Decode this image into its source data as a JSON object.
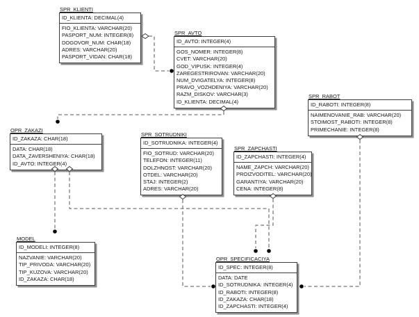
{
  "diagram": {
    "entities": [
      {
        "title": "SPR_KLIENTI",
        "key": "ID_KLIENTA: DECIMAL(4)",
        "fields": [
          "FIO_KLIENTA: VARCHAR(20)",
          "PASPORT_NUM: INTEGER(8)",
          "DOGOVOR_NUM: CHAR(18)",
          "ADRES: VARCHAR(20)",
          "PASPORT_VIDAN: CHAR(18)"
        ]
      },
      {
        "title": "SPR_AVTO",
        "key": "ID_AVTO: INTEGER(4)",
        "fields": [
          "GOS_NOMER: INTEGER(8)",
          "CVET: VARCHAR(20)",
          "GOD_VIPUSK: INTEGER(4)",
          "ZAREGESTRIROVAN: VARCHAR(20)",
          "NUM_DVIGATELYA: INTEGER(8)",
          "PRAVO_VOZHDENIYA: VARCHAR(20)",
          "RAZM_DISKOV: VARCHAR(3)",
          "ID_KLIENTA: DECIMAL(4)"
        ]
      },
      {
        "title": "SPR_RABOT",
        "key": "ID_RABOTI: INTEGER(8)",
        "fields": [
          "NAIMENOVANIE_RAB: VARCHAR(20)",
          "STOIMOST_RABOTI: INTEGER(8)",
          "PRIMECHANIE: INTEGER(8)"
        ]
      },
      {
        "title": "OPR_ZAKAZI",
        "key": "ID_ZAKAZA: CHAR(18)",
        "fields": [
          "DATA: CHAR(18)",
          "DATA_ZAVERSHENIYA: CHAR(18)",
          "ID_AVTO: INTEGER(4)"
        ]
      },
      {
        "title": "SPR_SOTRUDNIKI",
        "key": "ID_SOTRUDNIKA: INTEGER(4)",
        "fields": [
          "FIO_SOTRUD: VARCHAR(20)",
          "TELEFON: INTEGER(11)",
          "DOLZHNOST: VARCHAR(20)",
          "OTDEL: VARCHAR(20)",
          "STAJ: INTEGER(2)",
          "ADRES: VARCHAR(20)"
        ]
      },
      {
        "title": "SPR_ZAPCHASTI",
        "key": "ID_ZAPCHASTI: INTEGER(4)",
        "fields": [
          "NAME_ZAPCH: VARCHAR(20)",
          "PROIZVODITEL: VARCHAR(20)",
          "GARANTIYA: VARCHAR(20)",
          "CENA: INTEGER(8)"
        ]
      },
      {
        "title": "MODEL",
        "key": "ID_MODELI: INTEGER(8)",
        "fields": [
          "NAZVANIE: VARCHAR(20)",
          "TIP_PRIVODA: VARCHAR(20)",
          "TIP_KUZOVA: VARCHAR(20)",
          "ID_ZAKAZA: CHAR(18)"
        ]
      },
      {
        "title": "OPR_SPECIFICACIYA",
        "key": "ID_SPEC: INTEGER(8)",
        "fields": [
          "DATA: DATE",
          "ID_SOTRUDNIKA: INTEGER(4)",
          "ID_RABOTI: INTEGER(8)",
          "ID_ZAKAZA: CHAR(18)",
          "ID_ZAPCHASTI: INTEGER(4)"
        ]
      }
    ],
    "relationships": [
      {
        "from": "SPR_KLIENTI",
        "to": "SPR_AVTO",
        "style": "dashed-non-identifying"
      },
      {
        "from": "SPR_AVTO",
        "to": "OPR_ZAKAZI",
        "style": "dashed-non-identifying"
      },
      {
        "from": "OPR_ZAKAZI",
        "to": "MODEL",
        "style": "dashed-non-identifying"
      },
      {
        "from": "OPR_ZAKAZI",
        "to": "OPR_SPECIFICACIYA",
        "style": "dashed-non-identifying"
      },
      {
        "from": "SPR_SOTRUDNIKI",
        "to": "OPR_SPECIFICACIYA",
        "style": "dashed-non-identifying"
      },
      {
        "from": "SPR_ZAPCHASTI",
        "to": "OPR_SPECIFICACIYA",
        "style": "dashed-non-identifying"
      },
      {
        "from": "SPR_RABOT",
        "to": "OPR_SPECIFICACIYA",
        "style": "dashed-non-identifying"
      }
    ],
    "colors": {
      "background": "#ffffff",
      "box_fill": "#ffffff",
      "box_border": "#3c3c3c",
      "box_shadow": "#8f8f8f",
      "wire": "#565656",
      "text": "#141414"
    }
  }
}
